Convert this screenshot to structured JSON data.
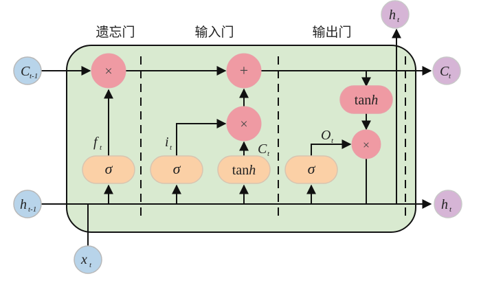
{
  "diagram": {
    "title": "LSTM cell",
    "gate_titles": [
      "遗忘门",
      "输入门",
      "输出门"
    ],
    "inputs": {
      "c_prev": {
        "main": "C",
        "sub": "t-1"
      },
      "h_prev": {
        "main": "h",
        "sub": "t-1"
      },
      "x": {
        "main": "x",
        "sub": "t"
      }
    },
    "outputs": {
      "c_out": {
        "main": "C",
        "sub": "t"
      },
      "h_out_top": {
        "main": "h",
        "sub": "t"
      },
      "h_out_right": {
        "main": "h",
        "sub": "t"
      }
    },
    "operators": {
      "forget_mul": "×",
      "cell_add": "+",
      "input_mul": "×",
      "output_mul": "×"
    },
    "activations": {
      "forget_sigma": "σ",
      "input_sigma": "σ",
      "candidate_tanh": {
        "pre": "tan",
        "it": "h"
      },
      "output_sigma": "σ",
      "cell_tanh": {
        "pre": "tan",
        "it": "h"
      }
    },
    "signal_labels": {
      "f": {
        "main": "f",
        "sub": "t"
      },
      "i": {
        "main": "i",
        "sub": "t"
      },
      "c_candidate": {
        "main": "C",
        "sub": "t"
      },
      "o": {
        "main": "O",
        "sub": "t"
      }
    },
    "colors": {
      "cell_bg": "#d9ead0",
      "input_node": "#b8d4ea",
      "output_node": "#d6b5d6",
      "operator": "#ef9aa3",
      "activation_sigma": "#fbd0a6",
      "activation_tanh_top": "#ef9aa3",
      "stroke": "#111111"
    }
  }
}
